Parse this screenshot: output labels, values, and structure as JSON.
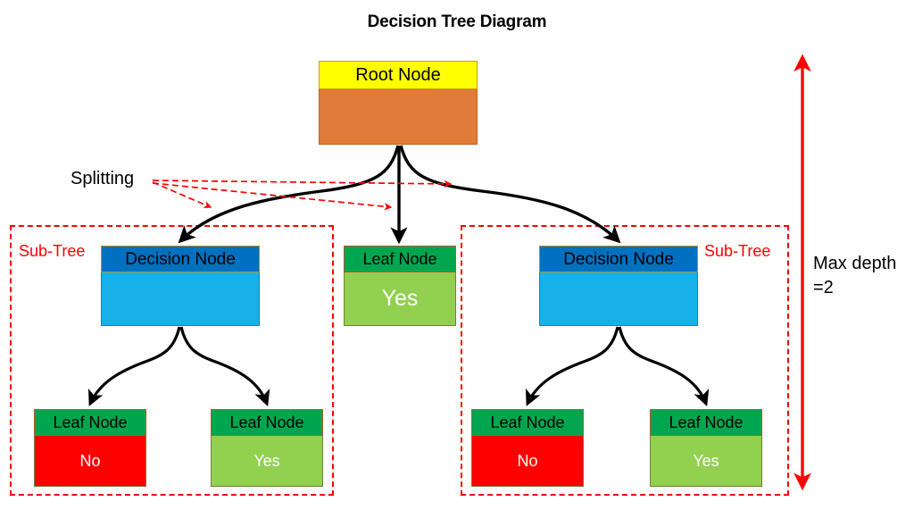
{
  "title": "Decision Tree Diagram",
  "annotations": {
    "splitting": "Splitting",
    "subtree_left": "Sub-Tree",
    "subtree_right": "Sub-Tree",
    "max_depth_line1": "Max depth",
    "max_depth_line2": "=2"
  },
  "nodes": {
    "root": {
      "header": "Root Node",
      "body": ""
    },
    "decision_left": {
      "header": "Decision Node",
      "body": ""
    },
    "decision_right": {
      "header": "Decision Node",
      "body": ""
    },
    "leaf_middle": {
      "header": "Leaf Node",
      "body": "Yes"
    },
    "leaf_left_left": {
      "header": "Leaf Node",
      "body": "No"
    },
    "leaf_left_right": {
      "header": "Leaf Node",
      "body": "Yes"
    },
    "leaf_right_left": {
      "header": "Leaf Node",
      "body": "No"
    },
    "leaf_right_right": {
      "header": "Leaf Node",
      "body": "Yes"
    }
  },
  "colors": {
    "root_header": "#FFFF00",
    "root_body": "#E07B39",
    "decision_header": "#0070C0",
    "decision_body": "#18B0E8",
    "leaf_header": "#00A64F",
    "leaf_yes": "#92D050",
    "leaf_no": "#FF0000",
    "annotation_red": "#FF0000",
    "connector_black": "#000000"
  }
}
